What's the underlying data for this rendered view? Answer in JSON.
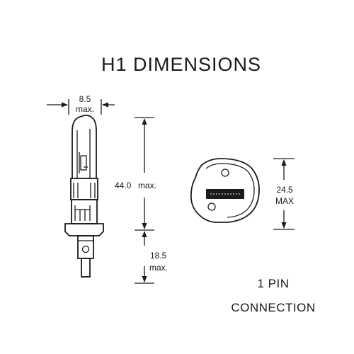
{
  "title": "H1 DIMENSIONS",
  "dimensions": {
    "width": {
      "value": "8.5",
      "unit": "max."
    },
    "bulb_height": {
      "value": "44.0",
      "unit": "max."
    },
    "base_height": {
      "value": "18.5",
      "unit": "max."
    },
    "connector_height": {
      "value": "24.5",
      "unit": "MAX"
    }
  },
  "caption": {
    "line1": "1 PIN",
    "line2": "CONNECTION"
  },
  "colors": {
    "ink": "#1a1a1a",
    "background": "#ffffff"
  }
}
